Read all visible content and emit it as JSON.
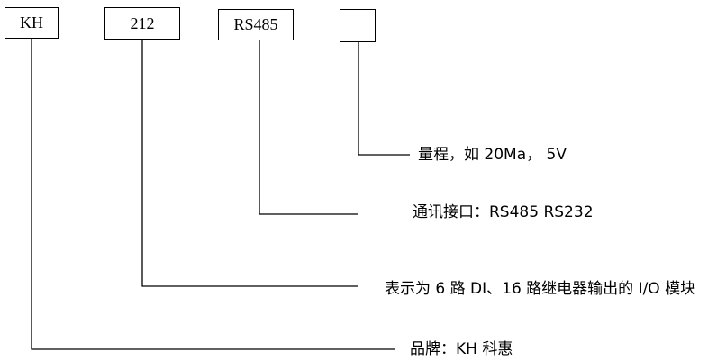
{
  "boxes": {
    "brand": "KH",
    "model": "212",
    "interface": "RS485",
    "range": ""
  },
  "labels": {
    "range": "量程，如 20Ma， 5V",
    "interface": "通讯接口：RS485   RS232",
    "model": "表示为 6 路 DI、16 路继电器输出的 I/O 模块",
    "brand": "品牌：KH 科惠"
  }
}
